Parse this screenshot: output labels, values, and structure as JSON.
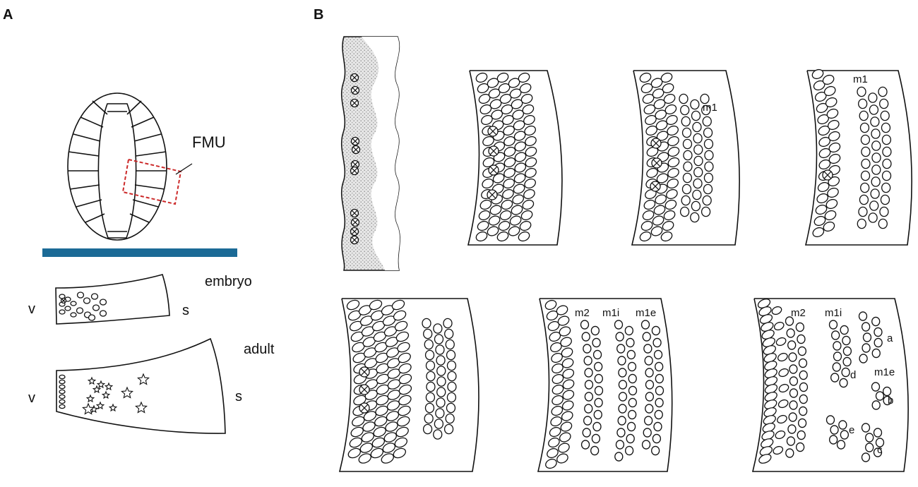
{
  "panels": {
    "a": {
      "letter": "A",
      "callout": "FMU",
      "stage_embryo": "embryo",
      "stage_adult": "adult",
      "embryo_left": "v",
      "embryo_right": "s",
      "adult_left": "v",
      "adult_right": "s",
      "bar_color": "#1b6a96",
      "box_color": "#cc2a2a"
    },
    "b": {
      "letter": "B",
      "p3_labels": [
        "m1"
      ],
      "p4_labels": [
        "m1"
      ],
      "p6_labels": [
        "m2",
        "m1i",
        "m1e"
      ],
      "p7_labels": [
        "m2",
        "m1i",
        "m1e",
        "a",
        "b",
        "c",
        "d",
        "e"
      ]
    }
  }
}
